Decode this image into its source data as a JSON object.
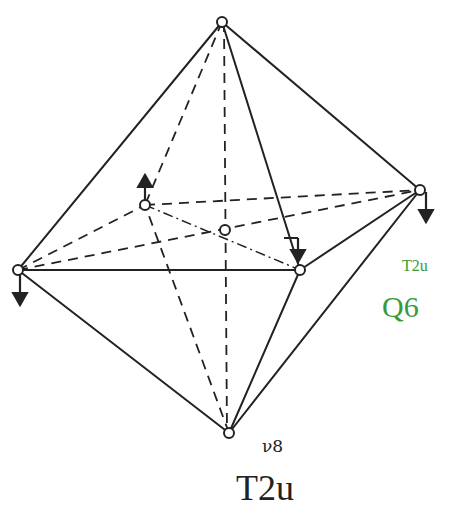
{
  "diagram": {
    "labels": [
      "T2u",
      "Q6",
      "ν8",
      "T2u"
    ]
  }
}
